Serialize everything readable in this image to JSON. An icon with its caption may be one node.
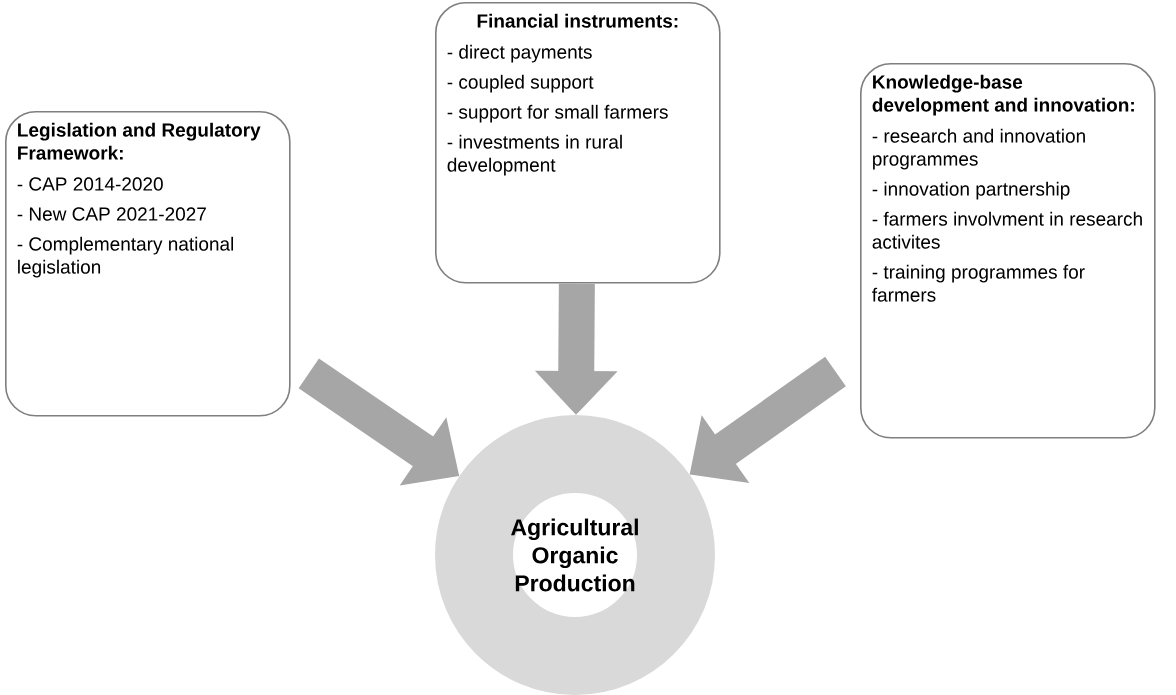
{
  "diagram": {
    "nodes": [
      {
        "text": [
          "Legislation and Regulatory Framework:",
          "- CAP 2014-2020",
          "- New CAP 2021-2027",
          "- Complementary national legislation"
        ]
      },
      {
        "text": [
          "Financial instruments:",
          "- direct payments",
          "- coupled support",
          "- support for small farmers",
          "- investments in rural development"
        ]
      },
      {
        "text": [
          "Knowledge-base development and innovation:",
          "- research and innovation programmes",
          "- innovation partnership",
          "- farmers involvment in research activites",
          "- training programmes for farmers"
        ]
      },
      {
        "text": [
          "Agricultural Organic Production"
        ]
      }
    ],
    "edges": [
      {
        "from": 0,
        "to": 3,
        "arrow": "to"
      },
      {
        "from": 1,
        "to": 3,
        "arrow": "to"
      },
      {
        "from": 2,
        "to": 3,
        "arrow": "to"
      }
    ]
  }
}
